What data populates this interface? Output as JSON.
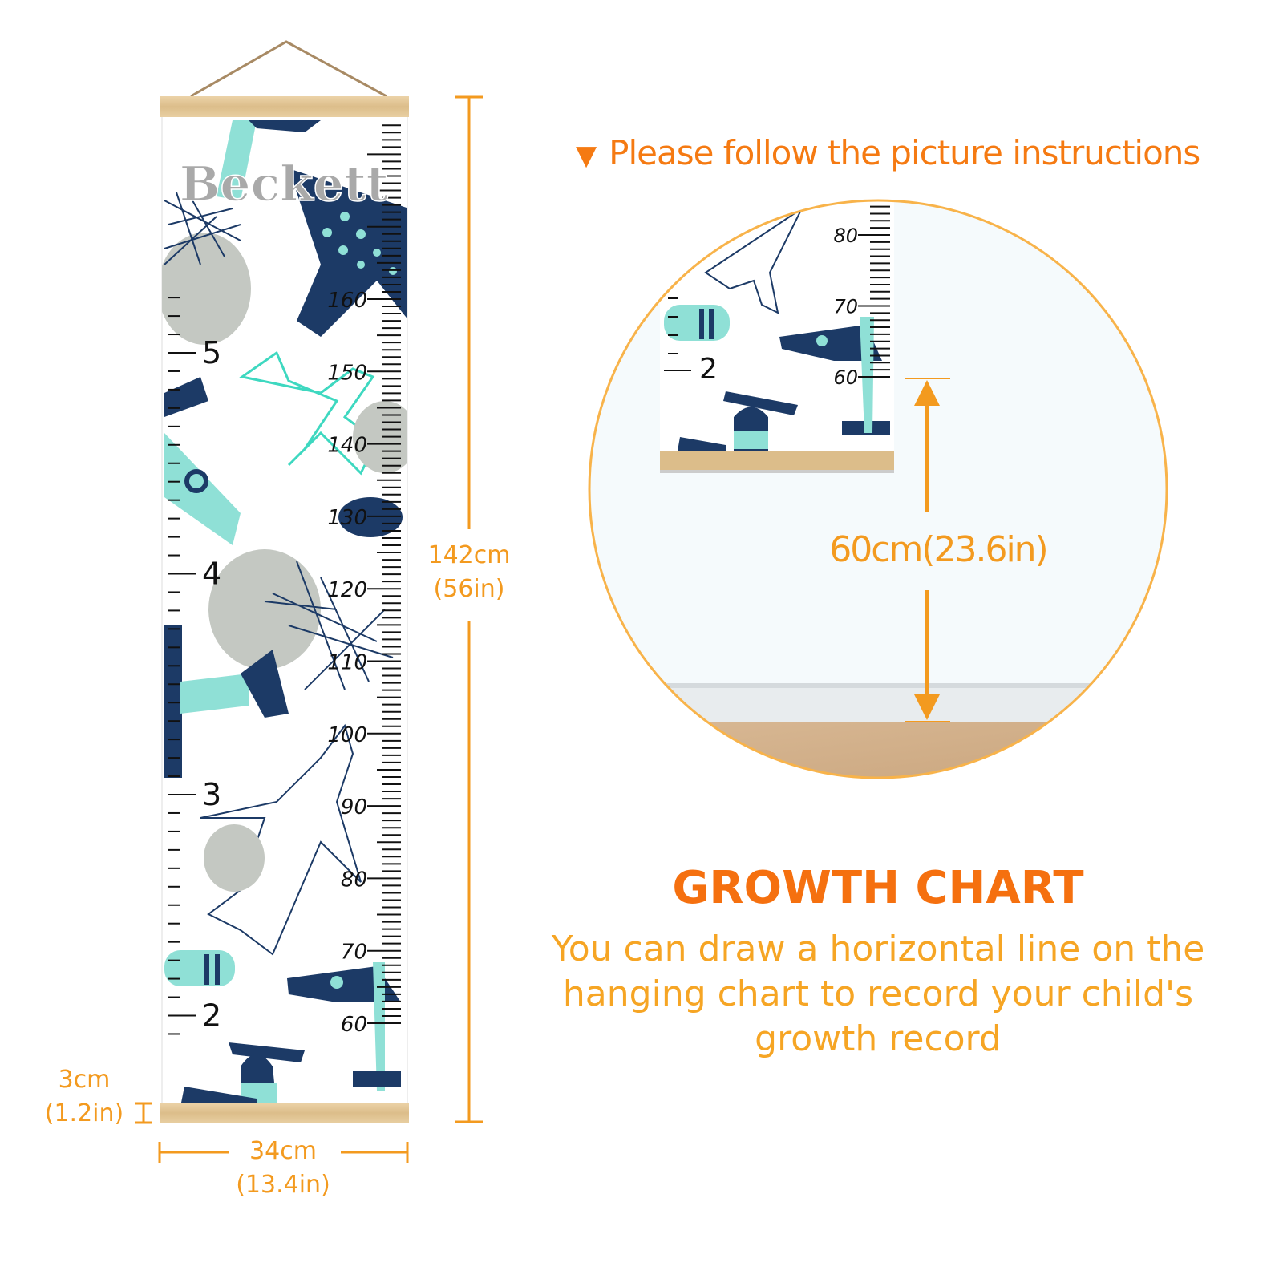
{
  "banner": {
    "name": "Beckett",
    "cm_labels": [
      "160",
      "150",
      "140",
      "130",
      "120",
      "110",
      "100",
      "90",
      "80",
      "70",
      "60"
    ],
    "ft_labels": [
      "5",
      "4",
      "3",
      "2"
    ]
  },
  "dimensions": {
    "height_cm": "142cm",
    "height_in": "(56in)",
    "width_cm": "34cm",
    "width_in": "(13.4in)",
    "rod_cm": "3cm",
    "rod_in": "(1.2in)"
  },
  "instruction": {
    "marker": "▼",
    "text": "Please follow the picture instructions"
  },
  "illustration": {
    "cm_labels": [
      "80",
      "70",
      "60"
    ],
    "ft_label": "2",
    "distance": "60cm(23.6in)"
  },
  "heading": "GROWTH CHART",
  "description": "You can draw a horizontal line on the hanging chart to record your child's growth record",
  "colors": {
    "orange": "#f57a12",
    "light_orange": "#f6a524",
    "navy": "#1c3a66",
    "mint": "#8fe0d6",
    "gray": "#c4c8c2",
    "wood": "#e2c596"
  }
}
